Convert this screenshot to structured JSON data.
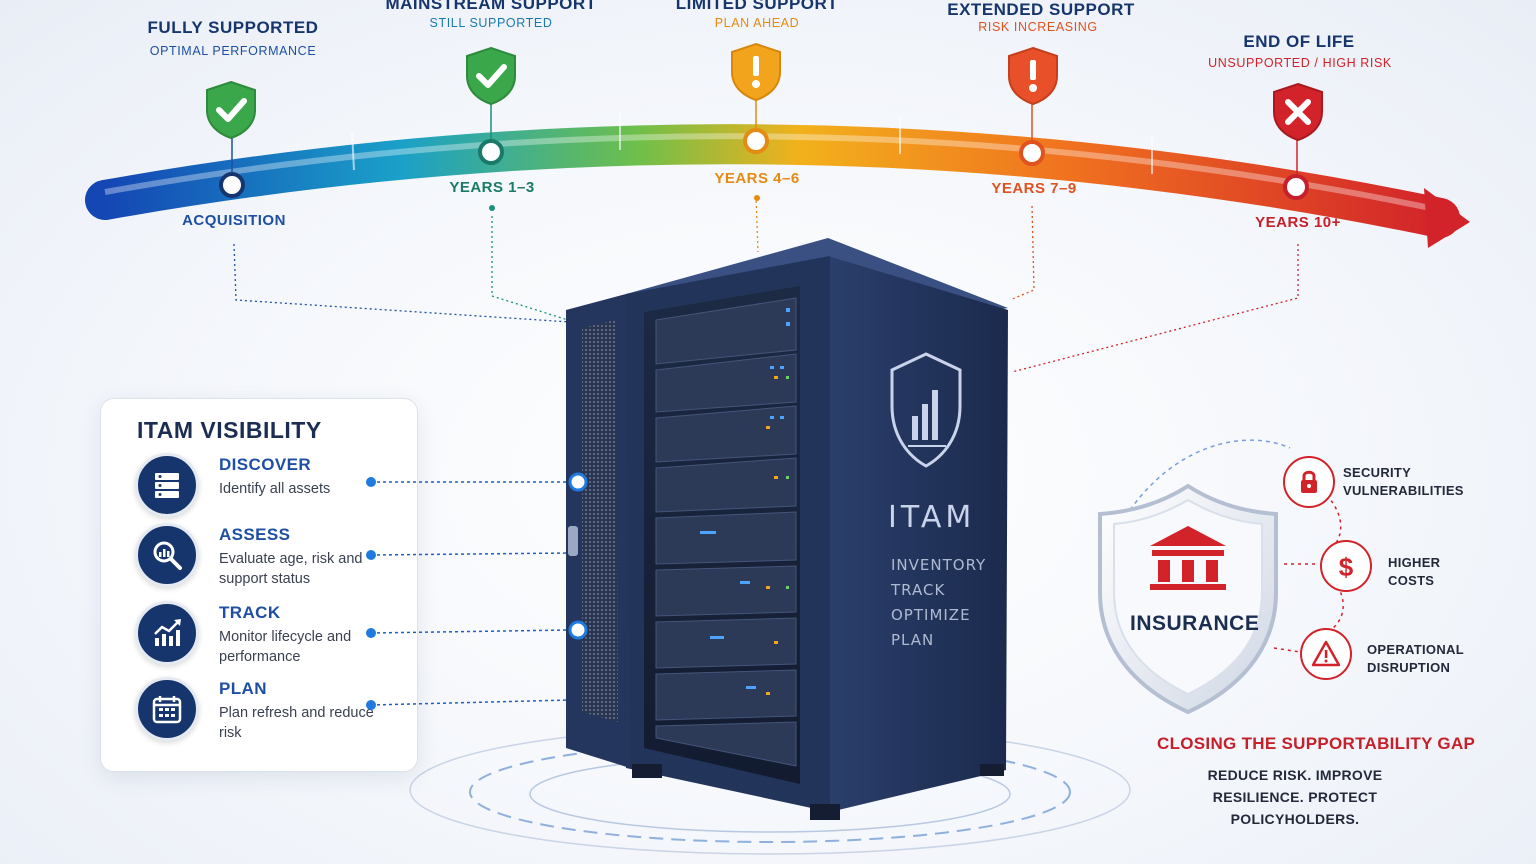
{
  "timeline": {
    "phases": [
      {
        "title": "FULLY SUPPORTED",
        "subtitle": "OPTIMAL PERFORMANCE",
        "year": "ACQUISITION",
        "color": "#1f4fa3"
      },
      {
        "title": "MAINSTREAM SUPPORT",
        "subtitle": "STILL SUPPORTED",
        "year": "YEARS 1–3",
        "color": "#1a8f7a"
      },
      {
        "title": "LIMITED SUPPORT",
        "subtitle": "PLAN AHEAD",
        "year": "YEARS 4–6",
        "color": "#e58a12"
      },
      {
        "title": "EXTENDED SUPPORT",
        "subtitle": "RISK INCREASING",
        "year": "YEARS 7–9",
        "color": "#e0521f"
      },
      {
        "title": "END OF LIFE",
        "subtitle": "UNSUPPORTED / HIGH RISK",
        "year": "YEARS 10+",
        "color": "#d2232a"
      }
    ]
  },
  "itam_panel": {
    "title": "ITAM VISIBILITY",
    "steps": [
      {
        "title": "DISCOVER",
        "desc": "Identify all assets",
        "icon": "server-stack-icon"
      },
      {
        "title": "ASSESS",
        "desc": "Evaluate age, risk and support status",
        "icon": "magnifier-chart-icon"
      },
      {
        "title": "TRACK",
        "desc": "Monitor lifecycle and performance",
        "icon": "trend-chart-icon"
      },
      {
        "title": "PLAN",
        "desc": "Plan refresh and reduce risk",
        "icon": "calendar-icon"
      }
    ]
  },
  "server": {
    "brand": "ITAM",
    "functions": [
      "INVENTORY",
      "TRACK",
      "OPTIMIZE",
      "PLAN"
    ]
  },
  "insurance": {
    "label": "INSURANCE",
    "risks": [
      {
        "label": "SECURITY\nVULNERABILITIES",
        "icon": "padlock-icon"
      },
      {
        "label": "HIGHER\nCOSTS",
        "icon": "dollar-icon"
      },
      {
        "label": "OPERATIONAL\nDISRUPTION",
        "icon": "warning-icon"
      }
    ],
    "gap_title": "CLOSING THE SUPPORTABILITY GAP",
    "gap_subtitle": "REDUCE RISK. IMPROVE RESILIENCE. PROTECT POLICYHOLDERS."
  },
  "colors": {
    "navy": "#17356d",
    "blue": "#1f4fa3",
    "red": "#d2232a",
    "green": "#3aa84a",
    "orange": "#e58a12"
  }
}
